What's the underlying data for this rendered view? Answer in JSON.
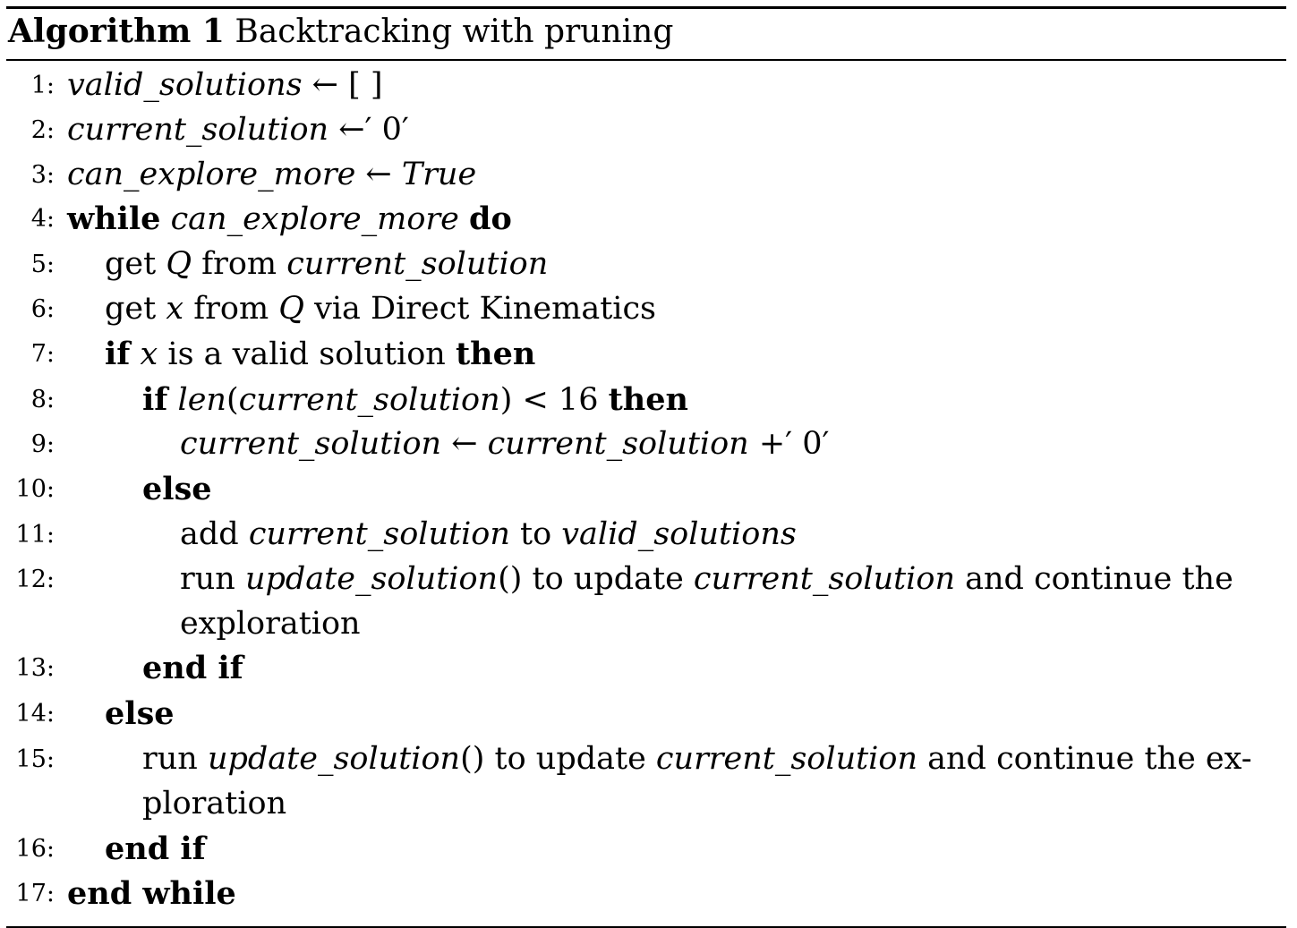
{
  "algorithm": {
    "label": "Algorithm 1",
    "title": "Backtracking with pruning"
  },
  "lines": [
    {
      "no": "1:",
      "indent": 0,
      "parts": [
        [
          "it",
          "valid_solutions"
        ],
        [
          "t",
          " ← [ ]"
        ]
      ]
    },
    {
      "no": "2:",
      "indent": 0,
      "parts": [
        [
          "it",
          "current_solution"
        ],
        [
          "t",
          " ←′ 0′"
        ]
      ]
    },
    {
      "no": "3:",
      "indent": 0,
      "parts": [
        [
          "it",
          "can_explore_more"
        ],
        [
          "t",
          " ← "
        ],
        [
          "it",
          "True"
        ]
      ]
    },
    {
      "no": "4:",
      "indent": 0,
      "parts": [
        [
          "kw",
          "while"
        ],
        [
          "t",
          " "
        ],
        [
          "it",
          "can_explore_more"
        ],
        [
          "t",
          " "
        ],
        [
          "kw",
          "do"
        ]
      ]
    },
    {
      "no": "5:",
      "indent": 1,
      "parts": [
        [
          "t",
          "get "
        ],
        [
          "it",
          "Q"
        ],
        [
          "t",
          " from "
        ],
        [
          "it",
          "current_solution"
        ]
      ]
    },
    {
      "no": "6:",
      "indent": 1,
      "parts": [
        [
          "t",
          "get "
        ],
        [
          "it",
          "x"
        ],
        [
          "t",
          " from "
        ],
        [
          "it",
          "Q"
        ],
        [
          "t",
          " via Direct Kinematics"
        ]
      ]
    },
    {
      "no": "7:",
      "indent": 1,
      "parts": [
        [
          "kw",
          "if"
        ],
        [
          "t",
          " "
        ],
        [
          "it",
          "x"
        ],
        [
          "t",
          " is a valid solution "
        ],
        [
          "kw",
          "then"
        ]
      ]
    },
    {
      "no": "8:",
      "indent": 2,
      "parts": [
        [
          "kw",
          "if"
        ],
        [
          "t",
          " "
        ],
        [
          "it",
          "len"
        ],
        [
          "t",
          "("
        ],
        [
          "it",
          "current_solution"
        ],
        [
          "t",
          ") < 16 "
        ],
        [
          "kw",
          "then"
        ]
      ]
    },
    {
      "no": "9:",
      "indent": 3,
      "parts": [
        [
          "it",
          "current_solution"
        ],
        [
          "t",
          " ← "
        ],
        [
          "it",
          "current_solution"
        ],
        [
          "t",
          " +′ 0′"
        ]
      ]
    },
    {
      "no": "10:",
      "indent": 2,
      "parts": [
        [
          "kw",
          "else"
        ]
      ]
    },
    {
      "no": "11:",
      "indent": 3,
      "parts": [
        [
          "t",
          "add "
        ],
        [
          "it",
          "current_solution"
        ],
        [
          "t",
          " to "
        ],
        [
          "it",
          "valid_solutions"
        ]
      ]
    },
    {
      "no": "12:",
      "indent": 3,
      "parts": [
        [
          "t",
          "run "
        ],
        [
          "it",
          "update_solution"
        ],
        [
          "t",
          "() to update "
        ],
        [
          "it",
          "current_solution"
        ],
        [
          "t",
          " and continue the"
        ]
      ],
      "cont": "exploration"
    },
    {
      "no": "13:",
      "indent": 2,
      "parts": [
        [
          "kw",
          "end if"
        ]
      ]
    },
    {
      "no": "14:",
      "indent": 1,
      "parts": [
        [
          "kw",
          "else"
        ]
      ]
    },
    {
      "no": "15:",
      "indent": 2,
      "parts": [
        [
          "t",
          "run "
        ],
        [
          "it",
          "update_solution"
        ],
        [
          "t",
          "() to update "
        ],
        [
          "it",
          "current_solution"
        ],
        [
          "t",
          " and continue the ex-"
        ]
      ],
      "cont": "ploration"
    },
    {
      "no": "16:",
      "indent": 1,
      "parts": [
        [
          "kw",
          "end if"
        ]
      ]
    },
    {
      "no": "17:",
      "indent": 0,
      "parts": [
        [
          "kw",
          "end while"
        ]
      ]
    }
  ]
}
